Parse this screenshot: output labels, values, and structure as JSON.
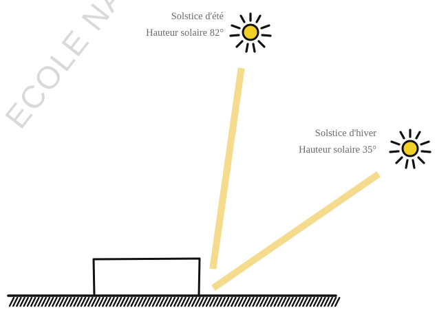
{
  "watermark": {
    "text": "ECOLE NA"
  },
  "summer": {
    "title": "Solstice d'été",
    "height_label": "Hauteur solaire 82°",
    "elevation_deg": 82
  },
  "winter": {
    "title": "Solstice d'hiver",
    "height_label": "Hauteur solaire 35°",
    "elevation_deg": 35
  },
  "colors": {
    "sun_fill": "#f3cf2a",
    "sun_stroke": "#111111",
    "ray": "#f4db8e",
    "ink": "#111111",
    "label": "#6b6b6b",
    "watermark": "#d9d9d9"
  }
}
